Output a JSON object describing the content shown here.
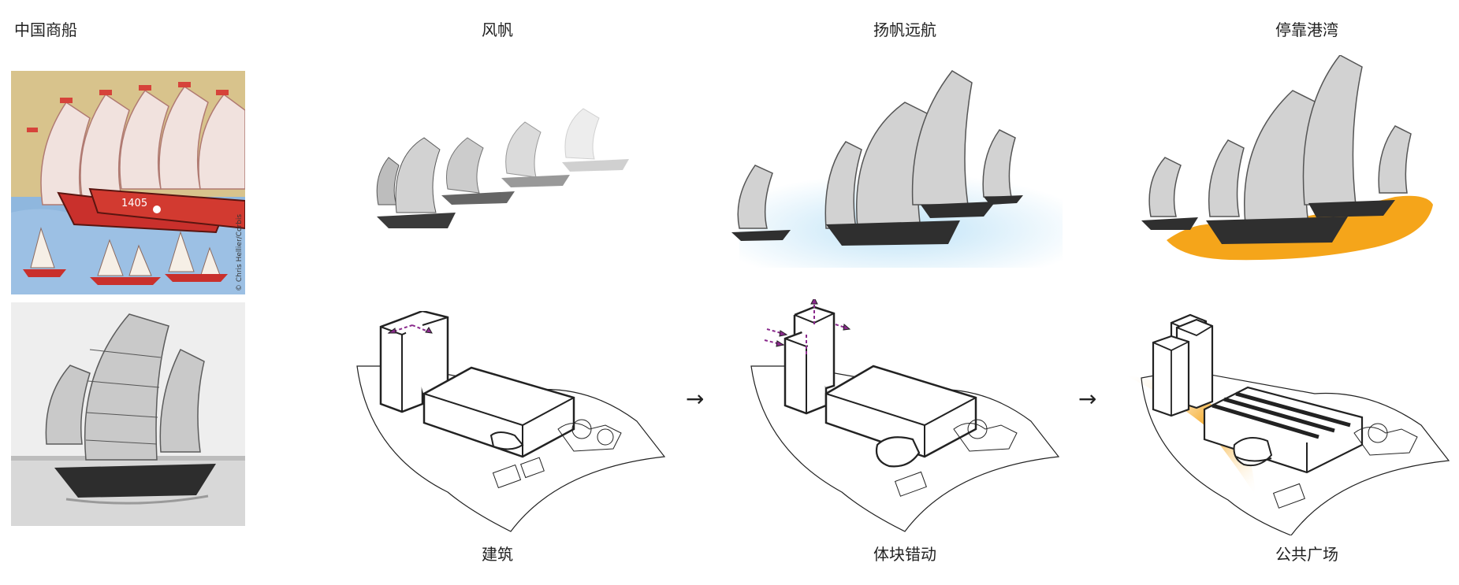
{
  "titles": {
    "col1": "中国商船",
    "col2_top": "风帆",
    "col3_top": "扬帆远航",
    "col4_top": "停靠港湾",
    "col2_bottom": "建筑",
    "col3_bottom": "体块错动",
    "col4_bottom": "公共广场"
  },
  "painting": {
    "hull_text": "1405",
    "credit": "© Chris Hellier/Corbis"
  },
  "arrows": [
    "→",
    "→"
  ],
  "colors": {
    "accent_orange": "#f5a51a",
    "water_blue": "#bfe3f7",
    "movement_purple": "#8a2a8c",
    "line": "#222222"
  }
}
